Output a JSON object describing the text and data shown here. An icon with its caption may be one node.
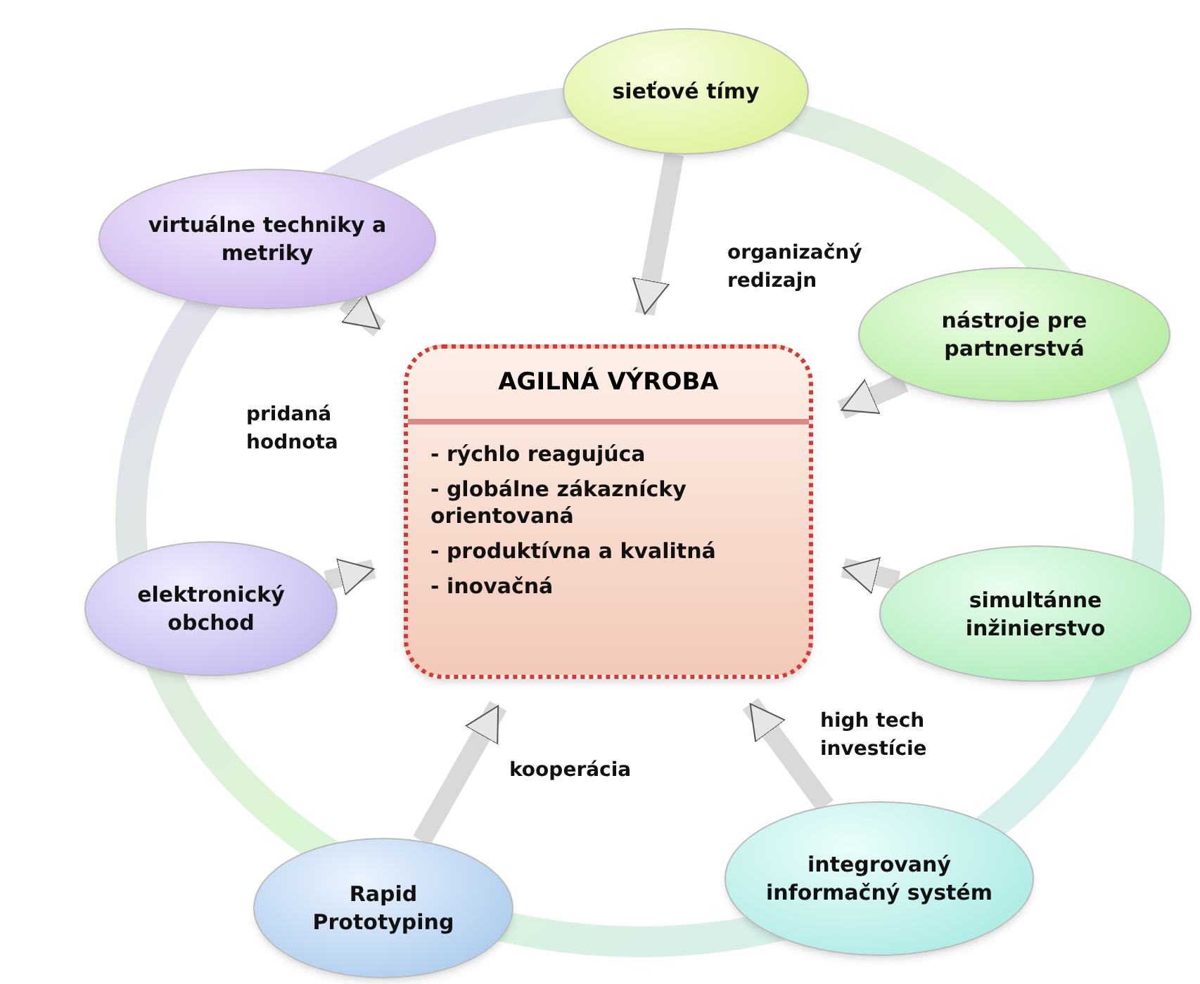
{
  "diagram": {
    "nodes": [
      {
        "text": [
          "AGILNÁ VÝROBA",
          "- rýchlo reagujúca",
          "- globálne zákaznícky orientovaná",
          "- produktívna a kvalitná",
          "- inovačná"
        ]
      },
      {
        "text": [
          "sieťové tímy"
        ]
      },
      {
        "text": [
          "nástroje pre partnerstvá"
        ]
      },
      {
        "text": [
          "simultánne inžinierstvo"
        ]
      },
      {
        "text": [
          "integrovaný informačný systém"
        ]
      },
      {
        "text": [
          "Rapid Prototyping"
        ]
      },
      {
        "text": [
          "elektronický obchod"
        ]
      },
      {
        "text": [
          "virtuálne techniky a metriky"
        ]
      }
    ],
    "edges": [
      {
        "from": 1,
        "to": 0,
        "arrow": "to"
      },
      {
        "from": 2,
        "to": 0,
        "arrow": "to"
      },
      {
        "from": 3,
        "to": 0,
        "arrow": "to"
      },
      {
        "from": 4,
        "to": 0,
        "arrow": "to"
      },
      {
        "from": 5,
        "to": 0,
        "arrow": "to"
      },
      {
        "from": 6,
        "to": 0,
        "arrow": "to"
      },
      {
        "from": 7,
        "to": 0,
        "arrow": "to"
      }
    ],
    "labels": [
      "organizačný redizajn",
      "pridaná hodnota",
      "high tech investície",
      "kooperácia"
    ]
  }
}
